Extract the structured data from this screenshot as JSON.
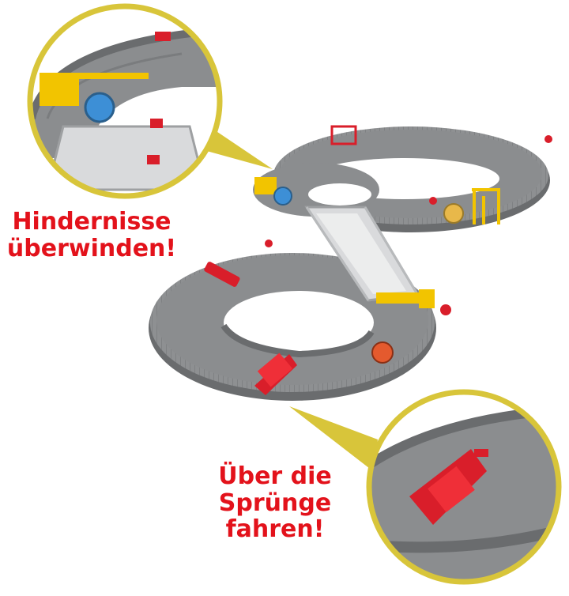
{
  "captions": {
    "obstacles_line1": "Hindernisse",
    "obstacles_line2": "überwinden!",
    "jumps_line1": "Über die",
    "jumps_line2": "Sprünge",
    "jumps_line3": "fahren!"
  },
  "colors": {
    "caption_red": "#e3121b",
    "callout_ring": "#d8c53a",
    "track_gray": "#8b8d8f",
    "track_dark": "#5f6163",
    "barrier_red": "#d91e2a",
    "gate_yellow": "#f2c400"
  }
}
